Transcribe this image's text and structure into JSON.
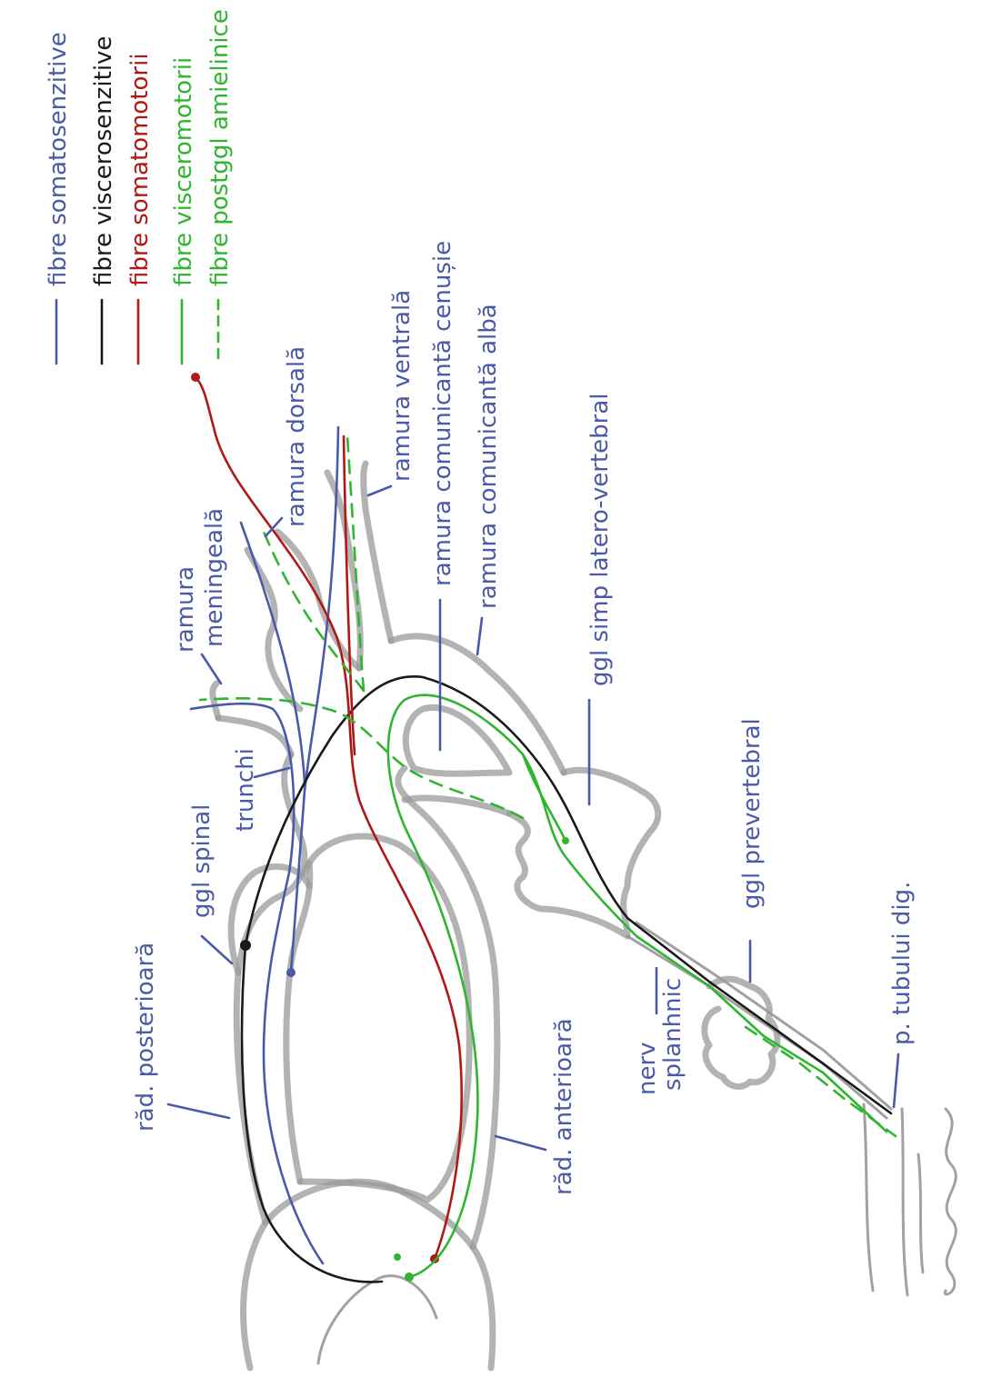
{
  "colors": {
    "somatosenzitive": "#4a5aa8",
    "viscerosenzitive": "#1a1a1a",
    "somatomotorii": "#b01818",
    "visceromotorii": "#2fb52f",
    "postggl": "#2fb52f",
    "label": "#4a5aa8",
    "outline": "#9a9a9a"
  },
  "legend": [
    {
      "label": "fibre somatosenzitive",
      "color_key": "somatosenzitive",
      "style": "solid"
    },
    {
      "label": "fibre viscerosenzitive",
      "color_key": "viscerosenzitive",
      "style": "solid"
    },
    {
      "label": "fibre somatomotorii",
      "color_key": "somatomotorii",
      "style": "solid"
    },
    {
      "label": "fibre visceromotorii",
      "color_key": "visceromotorii",
      "style": "solid"
    },
    {
      "label": "fibre postggl amielinice",
      "color_key": "postggl",
      "style": "dashed"
    }
  ],
  "labels": {
    "ramura_meningeala_1": "ramura",
    "ramura_meningeala_2": "meningeală",
    "ramura_dorsala": "ramura dorsală",
    "ramura_ventrala": "ramura ventrală",
    "ramura_com_cenusie": "ramura comunicantă cenușie",
    "ramura_com_alba": "ramura comunicantă albă",
    "ggl_simp": "ggl simp latero-vertebral",
    "ggl_prevertebral": "ggl prevertebral",
    "ggl_spinal": "ggl spinal",
    "trunchi": "trunchi",
    "rad_posterioara": "răd. posterioară",
    "rad_anterioara": "răd. anterioară",
    "nerv_1": "nerv",
    "nerv_2": "splanhnic",
    "p_tubului": "p. tubului dig."
  }
}
